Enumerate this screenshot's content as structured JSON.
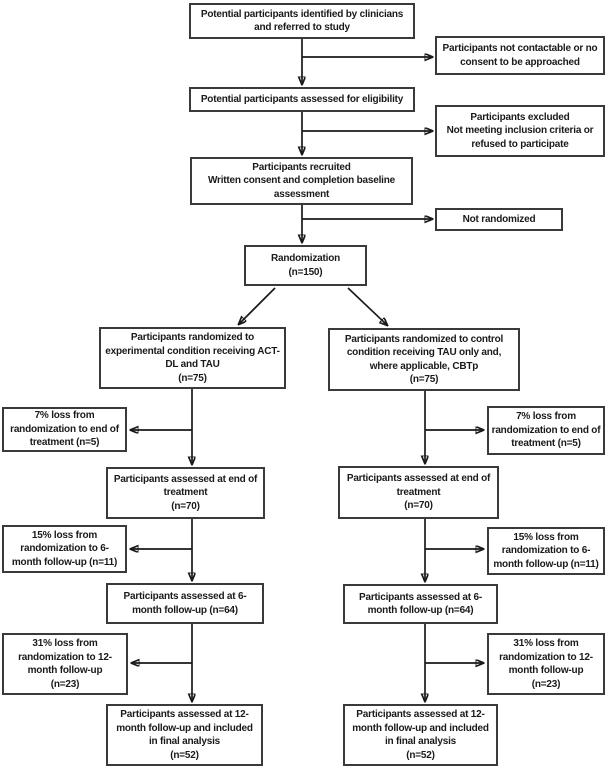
{
  "boxes": {
    "identified": "Potential participants identified by clinicians\nand referred to study",
    "not_contactable": "Participants not contactable or no\nconsent to be approached",
    "eligibility": "Potential participants assessed for eligibility",
    "excluded": "Participants excluded\nNot meeting inclusion criteria or\nrefused to participate",
    "recruited": "Participants recruited\nWritten consent and completion baseline\nassessment",
    "not_randomized": "Not randomized",
    "randomization": "Randomization\n(n=150)",
    "experimental": "Participants randomized to\nexperimental condition receiving ACT-\nDL and TAU\n(n=75)",
    "control": "Participants randomized to control\ncondition receiving TAU only and,\nwhere applicable, CBTp\n(n=75)",
    "left": {
      "loss_eot": "7% loss from\nrandomization to end of\ntreatment (n=5)",
      "assessed_eot": "Participants assessed at end of\ntreatment\n(n=70)",
      "loss_6m": "15% loss from\nrandomization to 6-\nmonth follow-up (n=11)",
      "assessed_6m": "Participants assessed at 6-\nmonth follow-up (n=64)",
      "loss_12m": "31% loss from\nrandomization to 12-\nmonth follow-up\n(n=23)",
      "assessed_12m": "Participants assessed at 12-\nmonth follow-up and included\nin final analysis\n(n=52)"
    },
    "right": {
      "loss_eot": "7% loss from\nrandomization to end of\ntreatment (n=5)",
      "assessed_eot": "Participants assessed at end of\ntreatment\n(n=70)",
      "loss_6m": "15% loss from\nrandomization to 6-\nmonth follow-up (n=11)",
      "assessed_6m": "Participants assessed at 6-\nmonth follow-up (n=64)",
      "loss_12m": "31% loss from\nrandomization to 12-\nmonth follow-up\n(n=23)",
      "assessed_12m": "Participants assessed at 12-\nmonth follow-up and included\nin final analysis\n(n=52)"
    }
  }
}
